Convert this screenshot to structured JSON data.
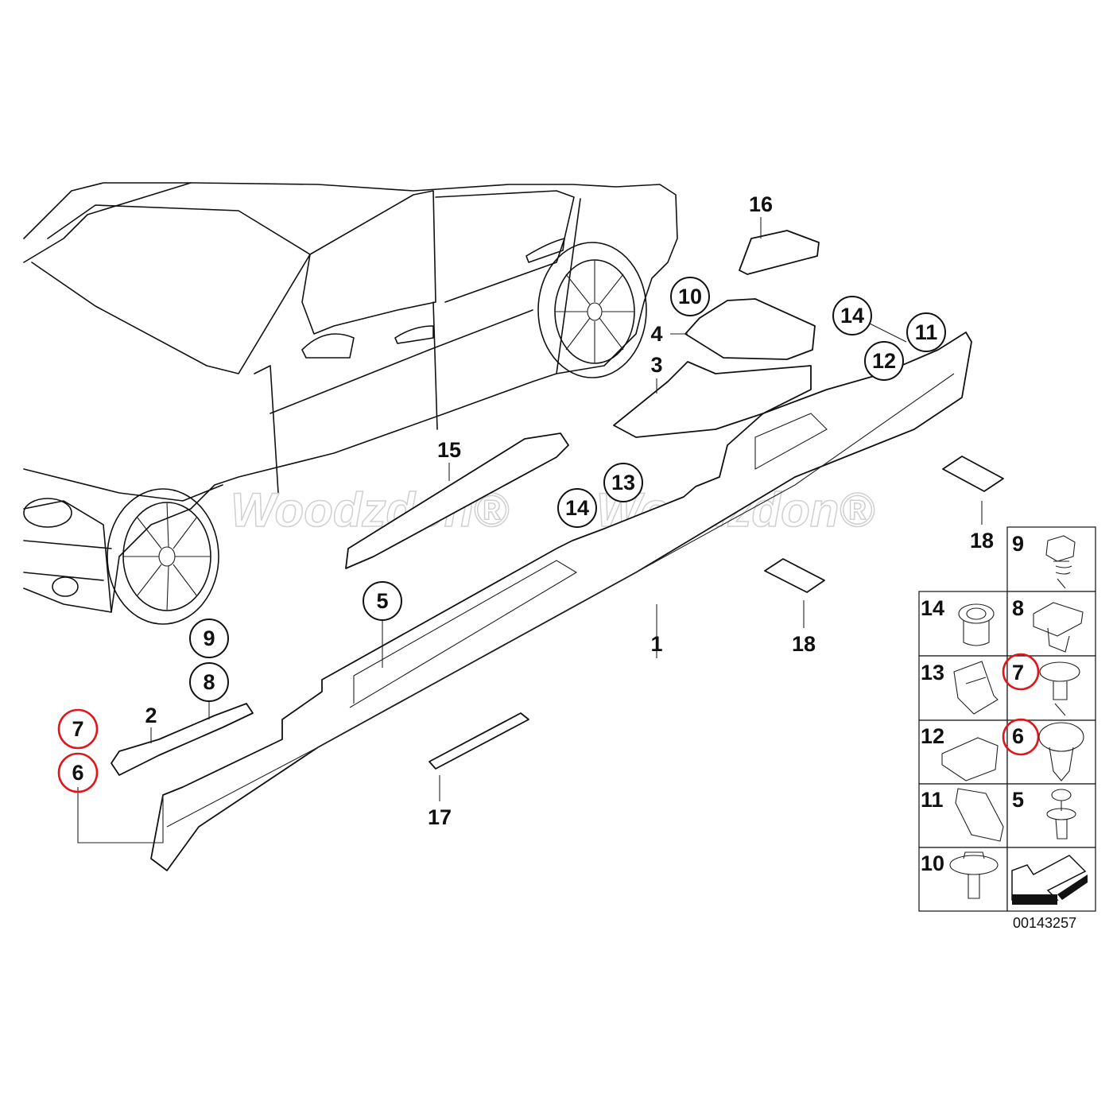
{
  "diagram": {
    "watermark": "Woodzdon®",
    "drawing_number": "00143257",
    "highlight_color": "#e0161b",
    "callouts": {
      "c1": "1",
      "c2": "2",
      "c3": "3",
      "c4": "4",
      "c5": "5",
      "c6": "6",
      "c7": "7",
      "c8": "8",
      "c9": "9",
      "c10": "10",
      "c11": "11",
      "c12": "12",
      "c13": "13",
      "c14a": "14",
      "c14b": "14",
      "c15": "15",
      "c16": "16",
      "c17": "17",
      "c18a": "18",
      "c18b": "18"
    },
    "legend_table": {
      "cells": [
        "9",
        "14",
        "8",
        "13",
        "7",
        "12",
        "6",
        "11",
        "5",
        "10"
      ],
      "highlighted": [
        "7",
        "6"
      ]
    }
  }
}
